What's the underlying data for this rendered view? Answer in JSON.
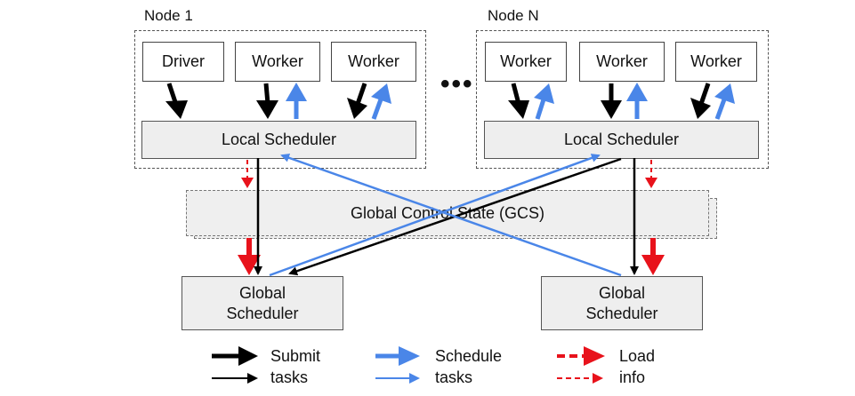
{
  "nodes": [
    {
      "label": "Node 1",
      "processes": [
        "Driver",
        "Worker",
        "Worker"
      ],
      "local_scheduler": "Local Scheduler"
    },
    {
      "label": "Node N",
      "processes": [
        "Worker",
        "Worker",
        "Worker"
      ],
      "local_scheduler": "Local Scheduler"
    }
  ],
  "ellipsis": "•••",
  "gcs": {
    "label": "Global Control State (GCS)"
  },
  "global_schedulers": [
    {
      "line1": "Global",
      "line2": "Scheduler"
    },
    {
      "line1": "Global",
      "line2": "Scheduler"
    }
  ],
  "legend": {
    "submit": {
      "line1": "Submit",
      "line2": "tasks"
    },
    "schedule": {
      "line1": "Schedule",
      "line2": "tasks"
    },
    "load": {
      "line1": "Load",
      "line2": "info"
    }
  },
  "colors": {
    "submit": "#000000",
    "schedule": "#4a86e8",
    "load": "#e8121b"
  }
}
